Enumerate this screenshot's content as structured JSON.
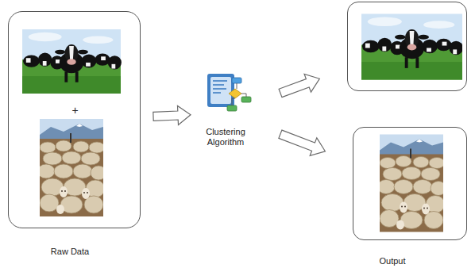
{
  "diagram": {
    "nodes": [
      {
        "text": [
          "+",
          "Raw Data"
        ]
      },
      {
        "text": [
          "Clustering Algorithm"
        ]
      },
      {
        "text": []
      },
      {
        "text": [
          "Output"
        ]
      }
    ],
    "edges": [
      {
        "from": 0,
        "to": 1,
        "arrow": "to"
      },
      {
        "from": 1,
        "to": 2,
        "arrow": "to"
      },
      {
        "from": 1,
        "to": 3,
        "arrow": "to"
      }
    ]
  }
}
